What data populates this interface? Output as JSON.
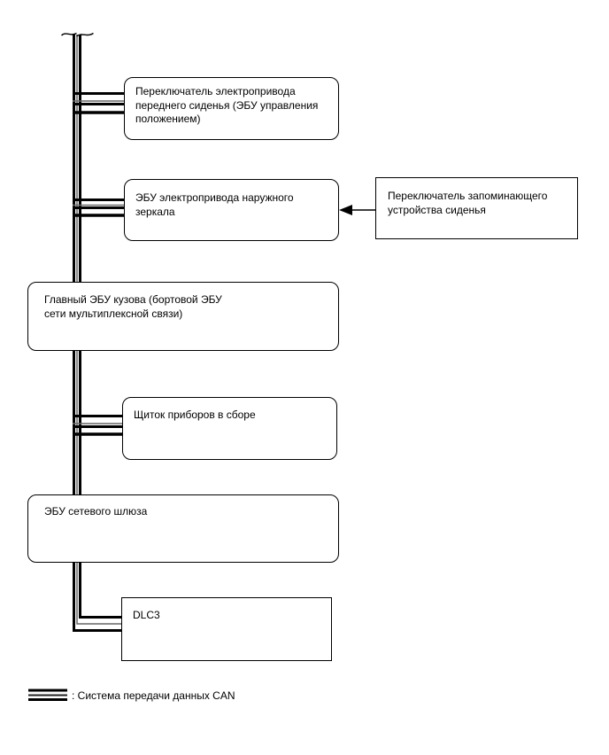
{
  "diagram": {
    "title_hint": "CAN bus communication diagram",
    "nodes": [
      {
        "id": "seat-position-switch",
        "label": "Переключатель электропривода переднего сиденья (ЭБУ управления положением)",
        "shape": "rounded"
      },
      {
        "id": "mirror-ecu",
        "label": "ЭБУ электропривода наружного зеркала",
        "shape": "rounded"
      },
      {
        "id": "seat-memory-switch",
        "label": "Переключатель запоминающего устройства сиденья",
        "shape": "rect"
      },
      {
        "id": "main-body-ecu",
        "label": "Главный ЭБУ кузова (бортовой ЭБУ сети мультиплексной связи)",
        "shape": "rounded"
      },
      {
        "id": "instrument-cluster",
        "label": "Щиток приборов в сборе",
        "shape": "rounded"
      },
      {
        "id": "gateway-ecu",
        "label": "ЭБУ сетевого шлюза",
        "shape": "rounded"
      },
      {
        "id": "dlc3",
        "label": "DLC3",
        "shape": "rect"
      }
    ],
    "legend": {
      "label": ": Система передачи данных CAN",
      "symbol": "can-triple-line"
    },
    "colors": {
      "line": "#000000",
      "bus_center_line": "#666666",
      "background": "#ffffff",
      "text": "#000000"
    }
  }
}
